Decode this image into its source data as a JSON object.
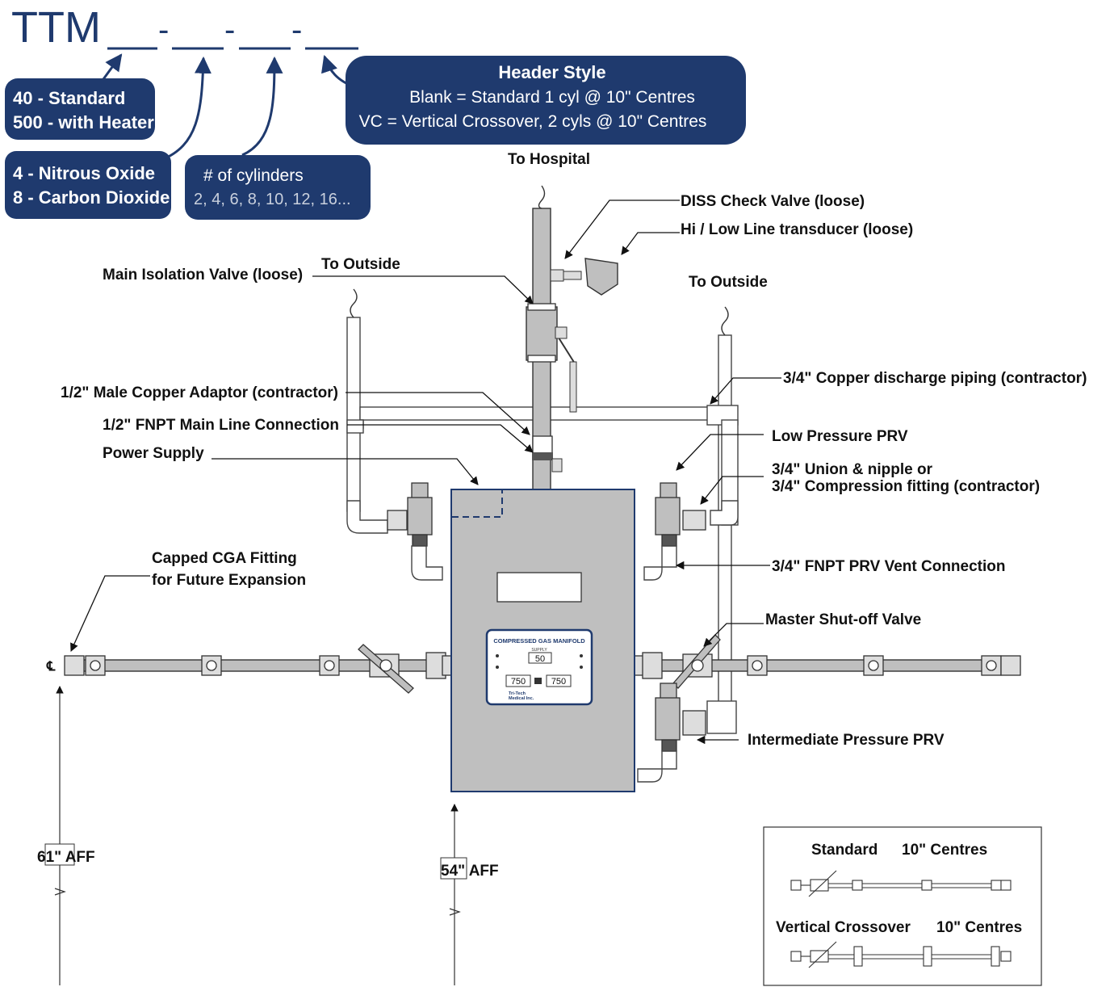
{
  "model": {
    "prefix": "TTM",
    "sep": "-",
    "type_box": [
      "40 - Standard",
      "500 - with Heater"
    ],
    "gas_box": [
      "4 - Nitrous Oxide",
      "8 - Carbon Dioxide"
    ],
    "cyl_box": {
      "title": "# of cylinders",
      "values": "2, 4, 6, 8, 10, 12, 16..."
    },
    "header_box": {
      "title": "Header Style",
      "line1": "Blank   = Standard 1 cyl @ 10\" Centres",
      "line2": "VC = Vertical Crossover, 2 cyls @ 10\" Centres"
    }
  },
  "labels": {
    "to_hospital": "To Hospital",
    "diss": "DISS Check Valve (loose)",
    "transducer": "Hi / Low Line transducer (loose)",
    "main_iso": "Main Isolation Valve (loose)",
    "to_outside_left": "To Outside",
    "to_outside_right": "To Outside",
    "discharge": "3/4\" Copper discharge piping (contractor)",
    "male_adaptor": "1/2\" Male Copper Adaptor (contractor)",
    "fnpt_main": "1/2\" FNPT Main Line Connection",
    "power": "Power Supply",
    "low_prv": "Low Pressure PRV",
    "union1": "3/4\" Union & nipple or",
    "union2": "3/4\" Compression fitting (contractor)",
    "cga1": "Capped CGA Fitting",
    "cga2": "for Future Expansion",
    "vent": "3/4\" FNPT PRV Vent Connection",
    "master": "Master Shut-off Valve",
    "intermediate": "Intermediate Pressure PRV",
    "aff61": "61\" AFF",
    "aff54": "54\" AFF",
    "centerline": "℄"
  },
  "panel": {
    "title": "COMPRESSED GAS MANIFOLD",
    "supply_label": "SUPPLY",
    "supply": "50",
    "left_val": "750",
    "right_val": "750",
    "brand1": "Tri-Tech",
    "brand2": "Medical Inc."
  },
  "legend": {
    "std_title": "Standard",
    "std_centres": "10\" Centres",
    "vc_title": "Vertical Crossover",
    "vc_centres": "10\" Centres"
  },
  "colors": {
    "navy": "#1f3a6e",
    "gray": "#bfbfbf",
    "dark": "#111111"
  }
}
